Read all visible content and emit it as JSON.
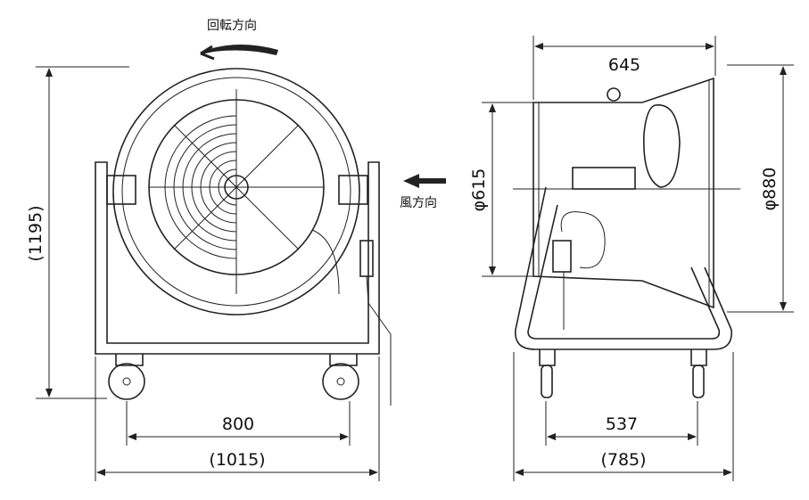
{
  "front_view": {
    "rotation_label": "回転方向",
    "height_label": "(1195)",
    "wheelbase_label": "800",
    "width_label": "(1015)"
  },
  "side_view": {
    "airflow_label": "風方向",
    "depth_label": "645",
    "inlet_diameter_label": "φ615",
    "outlet_diameter_label": "φ880",
    "wheelbase_label": "537",
    "width_label": "(785)"
  }
}
